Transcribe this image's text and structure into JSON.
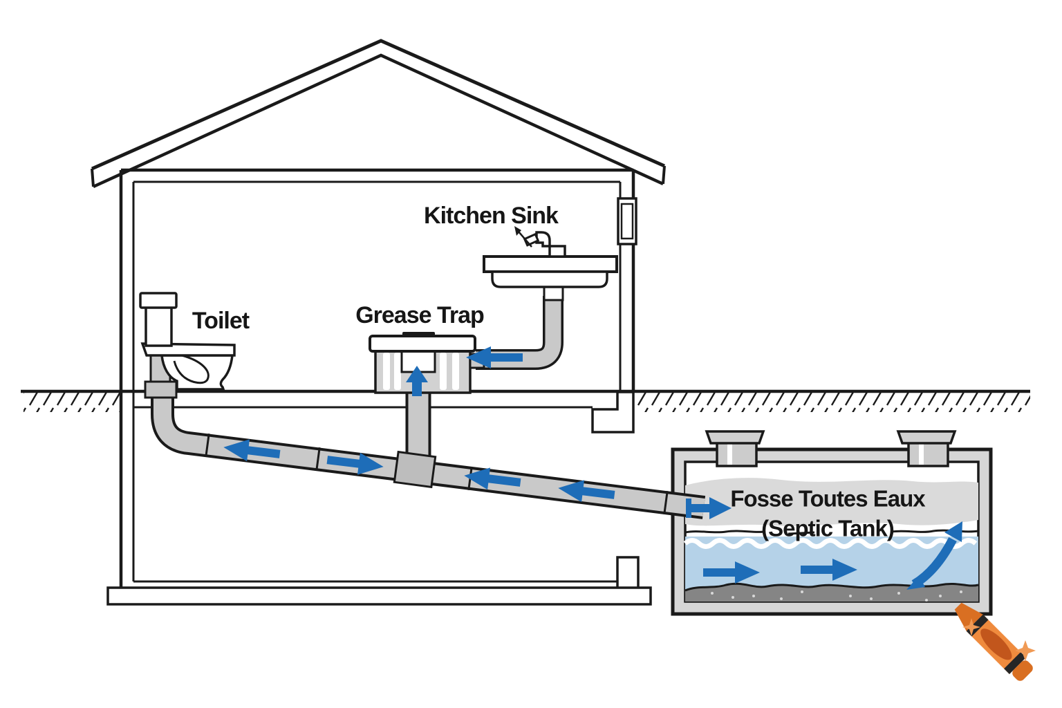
{
  "diagram": {
    "labels": {
      "kitchen_sink": "Kitchen Sink",
      "toilet": "Toilet",
      "grease_trap": "Grease Trap",
      "septic_tank_line1": "Fosse Toutes Eaux",
      "septic_tank_line2": "(Septic Tank)"
    },
    "colors": {
      "line_black": "#1a1a1a",
      "pipe_gray": "#c9c9c9",
      "fitting_gray": "#bdbdbd",
      "coupling_gray": "#c3c3c3",
      "trap_gray": "#d2d2d2",
      "tank_wall_gray": "#d6d6d6",
      "riser_gray": "#cccccc",
      "scum_gray": "#dadada",
      "water_blue": "#b5d2e8",
      "sludge_gray": "#858585",
      "arrow_blue": "#1e6db8",
      "crayon_orange": "#ef8b3e",
      "crayon_dark_orange": "#c2561c",
      "crayon_mid_orange": "#d96f22",
      "crayon_stripe_black": "#262626",
      "sparkle_orange": "#f09a55"
    },
    "icons": {
      "crayon_logo": "orange-crayon",
      "sparkle": "four-point-star",
      "flow_arrow": "blue-flow-arrow",
      "label_pointer": "thin-arrow-pointer",
      "ground_hatch": "diagonal-hatch"
    }
  }
}
